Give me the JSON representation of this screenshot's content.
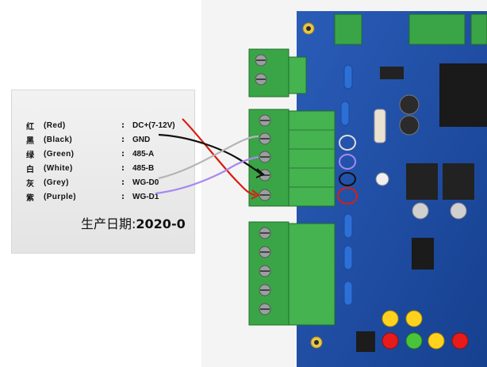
{
  "label": {
    "rows": [
      {
        "cn": "红",
        "en": "(Red)",
        "sep": ":",
        "value": "DC+(7-12V)"
      },
      {
        "cn": "黑",
        "en": "(Black)",
        "sep": ":",
        "value": "GND"
      },
      {
        "cn": "绿",
        "en": "(Green)",
        "sep": ":",
        "value": "485-A"
      },
      {
        "cn": "白",
        "en": "(White)",
        "sep": ":",
        "value": "485-B"
      },
      {
        "cn": "灰",
        "en": "(Grey)",
        "sep": ":",
        "value": "WG-D0"
      },
      {
        "cn": "紫",
        "en": "(Purple)",
        "sep": ":",
        "value": "WG-D1"
      }
    ],
    "date_cn": "生产日期:",
    "date_value": "2020-0"
  },
  "colors": {
    "red": "#d81e12",
    "black": "#111111",
    "grey": "#b5b5b5",
    "purple": "#a888f0",
    "terminal_green": "#39a845",
    "pcb_blue": "#1f4fa8"
  }
}
